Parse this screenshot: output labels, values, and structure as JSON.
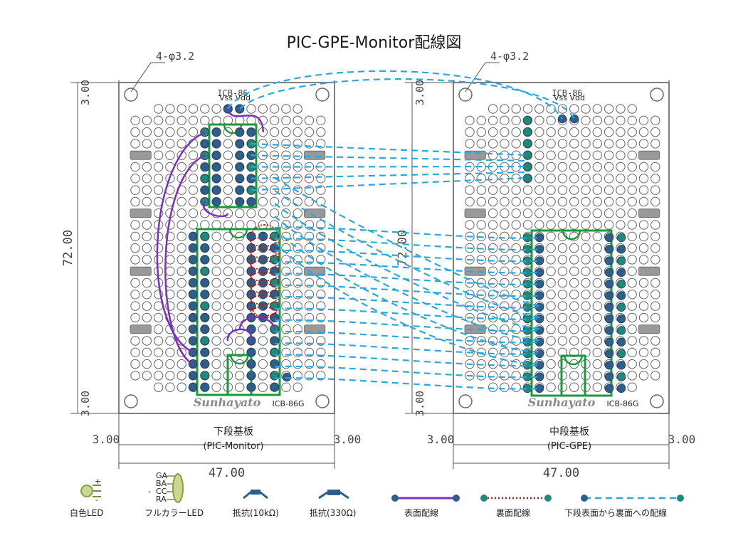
{
  "title": "PIC-GPE-Monitor配線図",
  "boards": [
    {
      "name": "下段基板",
      "sub": "(PIC-Monitor)",
      "board_id_top": "ICB-86",
      "vss_vdd": "Vss Vdd",
      "brand": "Sunhayato",
      "model": "ICB-86G",
      "hole_label": "4-φ3.2",
      "dim_width": "47.00",
      "dim_height": "72.00",
      "dim_margin_top": "3.00",
      "dim_margin_bottom": "3.00",
      "dim_margin_left": "3.00",
      "dim_margin_right": "3.00"
    },
    {
      "name": "中段基板",
      "sub": "(PIC-GPE)",
      "board_id_top": "ICB-86",
      "vss_vdd": "Vss Vdd",
      "brand": "Sunhayato",
      "model": "ICB-86G",
      "hole_label": "4-φ3.2",
      "dim_width": "47.00",
      "dim_height": "72.00",
      "dim_margin_top": "3.00",
      "dim_margin_bottom": "3.00",
      "dim_margin_left": "3.00",
      "dim_margin_right": "3.00"
    }
  ],
  "legend": [
    {
      "key": "white-led",
      "label": "白色LED",
      "plus": "+",
      "minus": "-"
    },
    {
      "key": "rgb-led",
      "label": "フルカラーLED",
      "pins": [
        "GA",
        "BA",
        "CC",
        "RA"
      ],
      "minus": "-"
    },
    {
      "key": "resistor-10k",
      "label": "抵抗(10kΩ)"
    },
    {
      "key": "resistor-330",
      "label": "抵抗(330Ω)"
    },
    {
      "key": "top-wire",
      "label": "表面配線"
    },
    {
      "key": "bottom-wire",
      "label": "裏面配線"
    },
    {
      "key": "cross-wire",
      "label": "下段表面から裏面への配線"
    }
  ],
  "colors": {
    "board_outline": "#555555",
    "hole_stroke": "#666666",
    "pad_blue": "#2e5f8a",
    "pad_teal": "#1f8a78",
    "ic_outline": "#1a9a3a",
    "top_wire": "#7a2fc4",
    "bottom_wire": "#cc1111",
    "cross_wire": "#29a8e0",
    "led": "#a8c060"
  }
}
